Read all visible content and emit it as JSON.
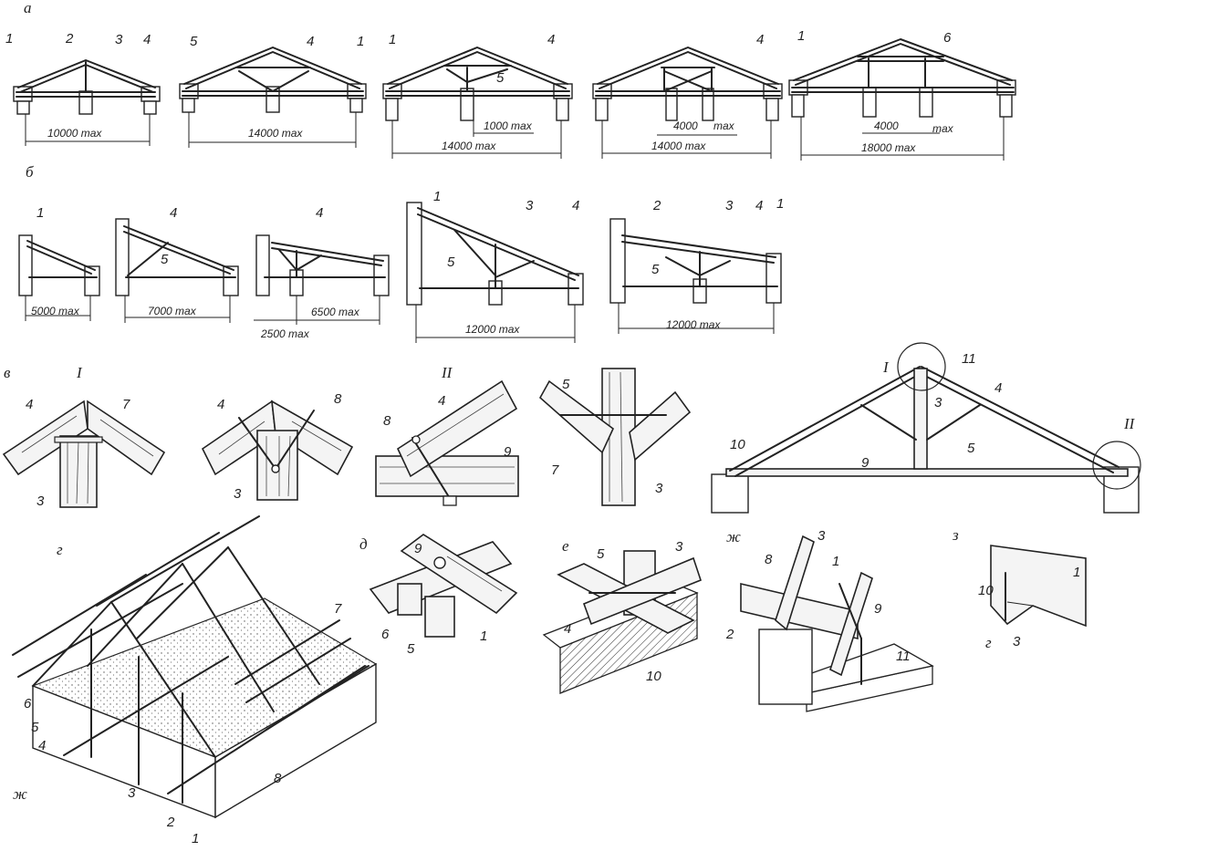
{
  "sections": {
    "a": "а",
    "b": "б",
    "v": "в",
    "g": "г",
    "d": "д",
    "e": "е",
    "zh": "ж",
    "z": "з"
  },
  "roman": {
    "I": "I",
    "II": "II"
  },
  "dimensions": {
    "a1": "10000 max",
    "a2": "14000 max",
    "a3_inner": "1000 max",
    "a3": "14000 max",
    "a4_inner": "4000",
    "a4_max": "max",
    "a4": "14000 max",
    "a5_inner": "4000",
    "a5_max": "max",
    "a5": "18000 max",
    "b1": "5000 max",
    "b2": "7000 max",
    "b3_inner": "6500 max",
    "b3": "2500 max",
    "b4": "12000 max",
    "b5": "12000 max"
  },
  "numbers": {
    "n1": "1",
    "n2": "2",
    "n3": "3",
    "n4": "4",
    "n5": "5",
    "n6": "6",
    "n7": "7",
    "n8": "8",
    "n9": "9",
    "n10": "10",
    "n11": "11"
  },
  "colors": {
    "ink": "#222222",
    "paper": "#ffffff"
  }
}
